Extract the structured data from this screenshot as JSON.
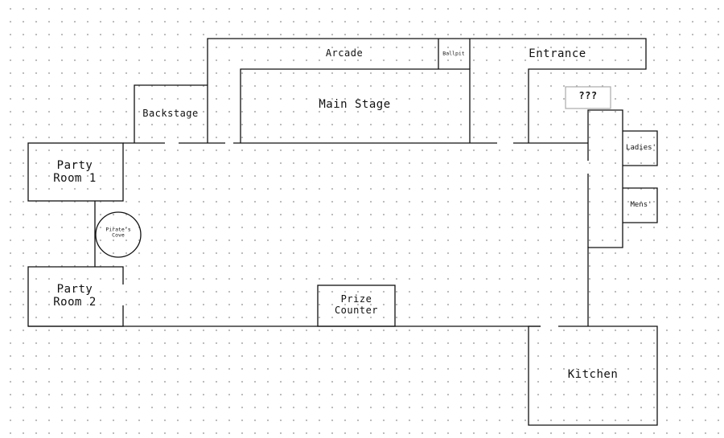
{
  "rooms": {
    "arcade": "Arcade",
    "ballpit": "Ballpit",
    "entrance": "Entrance",
    "backstage": "Backstage",
    "main_stage": "Main Stage",
    "unknown": "???",
    "ladies": "Ladies'",
    "mens": "Mens'",
    "party_room_1": [
      "Party",
      "Room 1"
    ],
    "party_room_2": [
      "Party",
      "Room 2"
    ],
    "pirates_cove": [
      "Pirate's",
      "Cove"
    ],
    "prize_counter": [
      "Prize",
      "Counter"
    ],
    "kitchen": "Kitchen"
  },
  "colors": {
    "wall": "#111111",
    "unknown_box": "#aaaaaa",
    "background": "#ffffff",
    "grid_dot": "#b9b9b9"
  }
}
